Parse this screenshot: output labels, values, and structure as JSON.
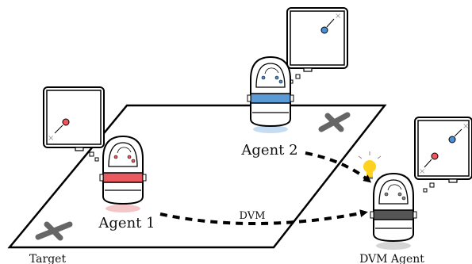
{
  "labels": {
    "agent1": "Agent 1",
    "agent2": "Agent 2",
    "dvm_agent": "DVM Agent",
    "target": "Target",
    "dvm_arrow": "DVM"
  },
  "colors": {
    "agent1_band": "#e85a5f",
    "agent2_band": "#5b9bd5",
    "dvm_band": "#555555",
    "agent1_dot": "#f0575c",
    "agent2_dot": "#4a90d9",
    "target_x": "#666666",
    "lightbulb": "#ffd21f"
  },
  "icons": {
    "target_marker": "x-mark-icon",
    "insight": "lightbulb-icon",
    "thought": "thought-bubble-map-icon"
  }
}
